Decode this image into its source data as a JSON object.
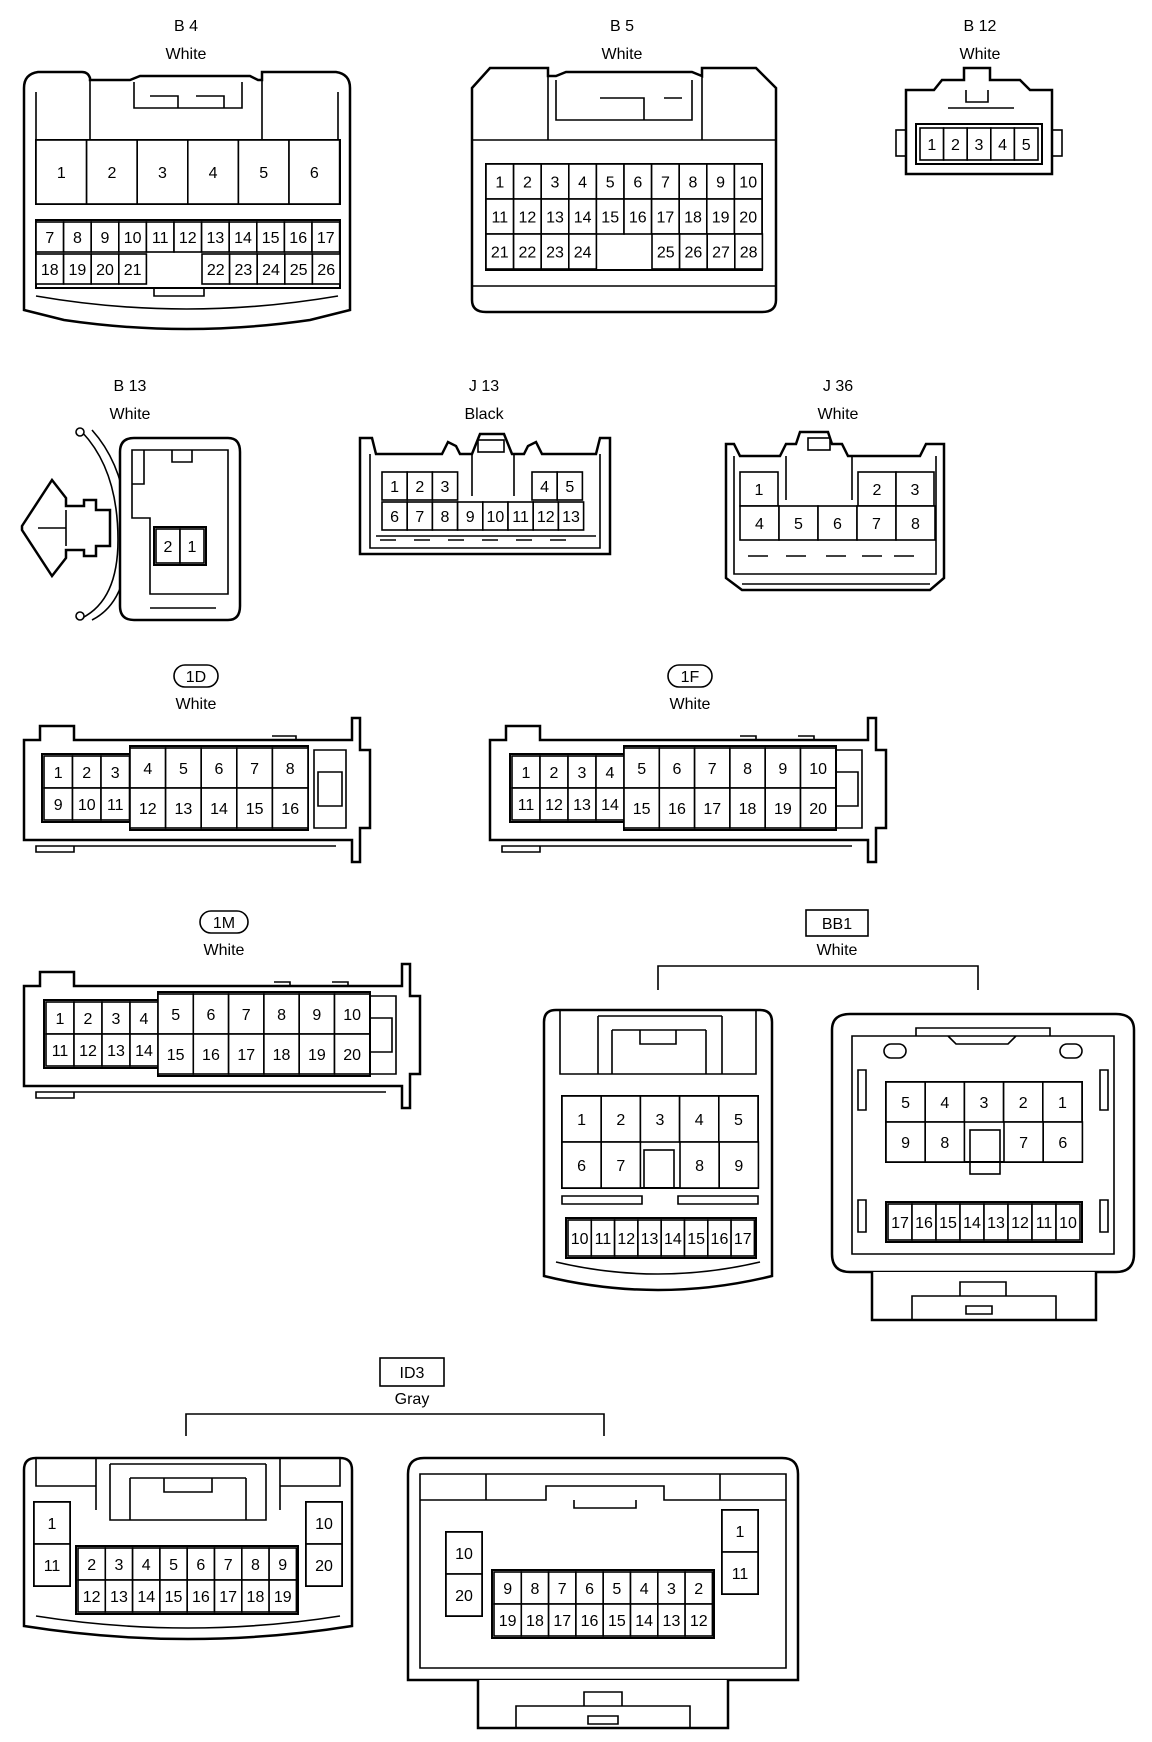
{
  "connectors": {
    "b4": {
      "code": "B 4",
      "color": "White"
    },
    "b5": {
      "code": "B 5",
      "color": "White"
    },
    "b12": {
      "code": "B 12",
      "color": "White"
    },
    "b13": {
      "code": "B 13",
      "color": "White"
    },
    "j13": {
      "code": "J 13",
      "color": "Black"
    },
    "j36": {
      "code": "J 36",
      "color": "White"
    },
    "c1d": {
      "code": "1D",
      "color": "White"
    },
    "c1f": {
      "code": "1F",
      "color": "White"
    },
    "c1m": {
      "code": "1M",
      "color": "White"
    },
    "bb1": {
      "code": "BB1",
      "color": "White"
    },
    "id3": {
      "code": "ID3",
      "color": "Gray"
    }
  },
  "pins": {
    "b4": {
      "row1": [
        "1",
        "2",
        "3",
        "4",
        "5",
        "6"
      ],
      "row2": [
        "7",
        "8",
        "9",
        "10",
        "11",
        "12",
        "13",
        "14",
        "15",
        "16",
        "17"
      ],
      "row3a": [
        "18",
        "19",
        "20",
        "21"
      ],
      "row3b": [
        "22",
        "23",
        "24",
        "25",
        "26"
      ]
    },
    "b5": {
      "row1": [
        "1",
        "2",
        "3",
        "4",
        "5",
        "6",
        "7",
        "8",
        "9",
        "10"
      ],
      "row2": [
        "11",
        "12",
        "13",
        "14",
        "15",
        "16",
        "17",
        "18",
        "19",
        "20"
      ],
      "row3a": [
        "21",
        "22",
        "23",
        "24"
      ],
      "row3b": [
        "25",
        "26",
        "27",
        "28"
      ]
    },
    "b12": {
      "row1": [
        "1",
        "2",
        "3",
        "4",
        "5"
      ]
    },
    "b13": {
      "row1": [
        "2",
        "1"
      ]
    },
    "j13": {
      "row1a": [
        "1",
        "2",
        "3"
      ],
      "row1b": [
        "4",
        "5"
      ],
      "row2": [
        "6",
        "7",
        "8",
        "9",
        "10",
        "11",
        "12",
        "13"
      ]
    },
    "j36": {
      "row1a": [
        "1"
      ],
      "row1b": [
        "2",
        "3"
      ],
      "row2": [
        "4",
        "5",
        "6",
        "7",
        "8"
      ]
    },
    "c1d": {
      "row1a": [
        "1",
        "2",
        "3"
      ],
      "row1b": [
        "4",
        "5",
        "6",
        "7",
        "8"
      ],
      "row2a": [
        "9",
        "10",
        "11"
      ],
      "row2b": [
        "12",
        "13",
        "14",
        "15",
        "16"
      ]
    },
    "c1f": {
      "row1a": [
        "1",
        "2",
        "3",
        "4"
      ],
      "row1b": [
        "5",
        "6",
        "7",
        "8",
        "9",
        "10"
      ],
      "row2a": [
        "11",
        "12",
        "13",
        "14"
      ],
      "row2b": [
        "15",
        "16",
        "17",
        "18",
        "19",
        "20"
      ]
    },
    "c1m": {
      "row1a": [
        "1",
        "2",
        "3",
        "4"
      ],
      "row1b": [
        "5",
        "6",
        "7",
        "8",
        "9",
        "10"
      ],
      "row2a": [
        "11",
        "12",
        "13",
        "14"
      ],
      "row2b": [
        "15",
        "16",
        "17",
        "18",
        "19",
        "20"
      ]
    },
    "bb1_left": {
      "row1": [
        "1",
        "2",
        "3",
        "4",
        "5"
      ],
      "row2a": [
        "6",
        "7"
      ],
      "row2b": [
        "8",
        "9"
      ],
      "row3": [
        "10",
        "11",
        "12",
        "13",
        "14",
        "15",
        "16",
        "17"
      ]
    },
    "bb1_right": {
      "row1": [
        "5",
        "4",
        "3",
        "2",
        "1"
      ],
      "row2a": [
        "9",
        "8"
      ],
      "row2b": [
        "7",
        "6"
      ],
      "row3": [
        "17",
        "16",
        "15",
        "14",
        "13",
        "12",
        "11",
        "10"
      ]
    },
    "id3_left": {
      "side_l": [
        "1",
        "11"
      ],
      "side_r": [
        "10",
        "20"
      ],
      "row1": [
        "2",
        "3",
        "4",
        "5",
        "6",
        "7",
        "8",
        "9"
      ],
      "row2": [
        "12",
        "13",
        "14",
        "15",
        "16",
        "17",
        "18",
        "19"
      ]
    },
    "id3_right": {
      "side_l": [
        "10",
        "20"
      ],
      "side_r": [
        "1",
        "11"
      ],
      "row1": [
        "9",
        "8",
        "7",
        "6",
        "5",
        "4",
        "3",
        "2"
      ],
      "row2": [
        "19",
        "18",
        "17",
        "16",
        "15",
        "14",
        "13",
        "12"
      ]
    }
  }
}
